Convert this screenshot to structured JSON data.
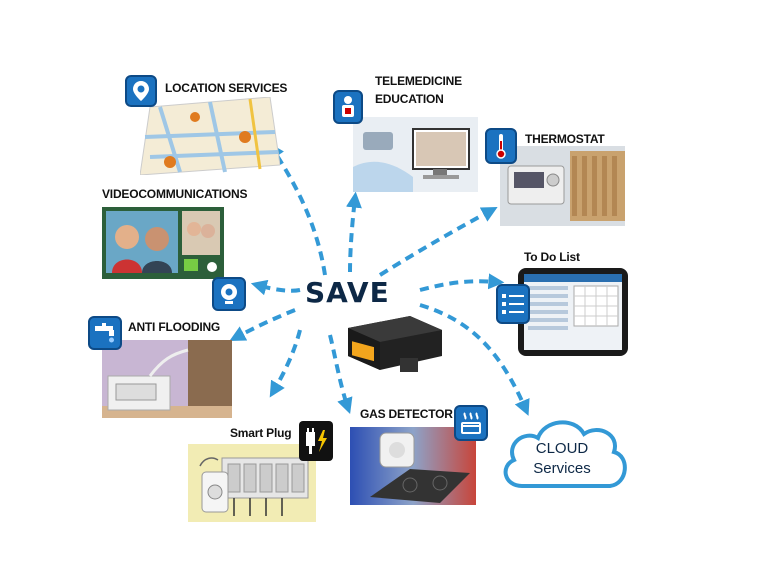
{
  "center": {
    "label": "SAVE"
  },
  "nodes": {
    "location": {
      "label": "LOCATION SERVICES",
      "icon": "location-pin-icon"
    },
    "telemedicine": {
      "line1": "TELEMEDICINE",
      "line2": "EDUCATION",
      "icon": "health-monitor-icon"
    },
    "thermostat": {
      "label": "THERMOSTAT",
      "icon": "thermometer-icon"
    },
    "video": {
      "label": "VIDEOCOMMUNICATIONS",
      "icon": "webcam-icon"
    },
    "todo": {
      "label": "To Do List",
      "icon": "list-icon"
    },
    "flood": {
      "label": "ANTI FLOODING",
      "icon": "water-tap-icon"
    },
    "smartplug": {
      "label": "Smart Plug",
      "icon": "power-plug-icon"
    },
    "gas": {
      "label": "GAS DETECTOR",
      "icon": "gas-burner-icon"
    },
    "cloud": {
      "line1": "CLOUD",
      "line2": "Services"
    }
  },
  "colors": {
    "arrow": "#3399d6",
    "icon_bg": "#1b72c0",
    "title": "#0d2846"
  }
}
